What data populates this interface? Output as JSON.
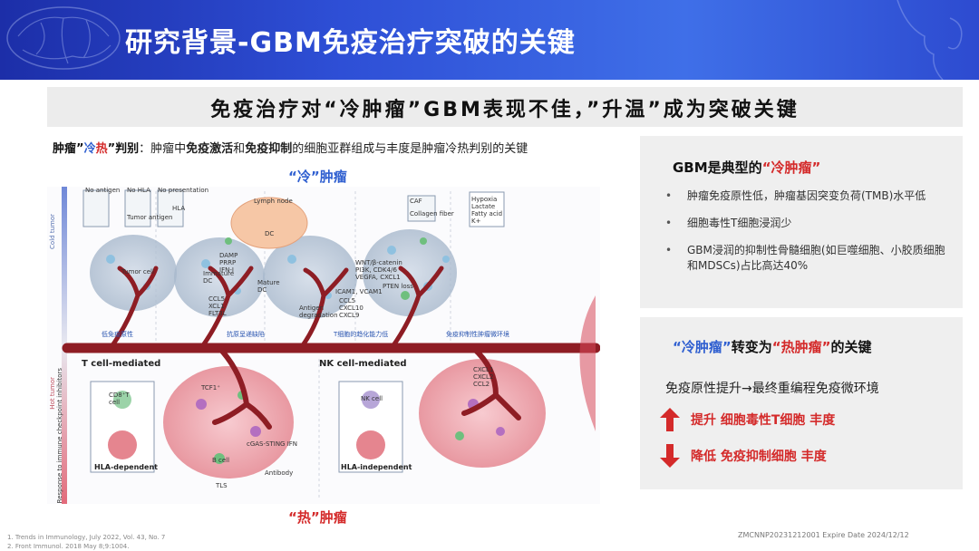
{
  "header": {
    "title": "研究背景-GBM免疫治疗突破的关键"
  },
  "subtitle": "免疫治疗对“冷肿瘤”GBM表现不佳，”升温”成为突破关键",
  "judgment": {
    "p1": "肿瘤",
    "p2": "”",
    "cold": "冷",
    "hot": "热",
    "p3": "”判别",
    "p4": "：肿瘤中",
    "immune_activation": "免疫激活",
    "p5": "和",
    "immune_suppression": "免疫抑制",
    "p6": "的细胞亚群组成与丰度是肿瘤冷热判别的关键"
  },
  "cold_title": {
    "q1": "“冷”",
    "rest": "肿瘤"
  },
  "hot_title": {
    "q1": "“热”",
    "rest": "肿瘤"
  },
  "figure": {
    "side_cold": "Cold tumor",
    "side_hot": "Hot tumor",
    "side_response": "Response to immune checkpoint inhibitors",
    "no_antigen": "No antigen",
    "no_hla": "No HLA",
    "no_presentation": "No presentation",
    "tumor_antigen": "Tumor antigen",
    "hla": "HLA",
    "tumor_cell": "Tumor cell",
    "lymph_node": "Lymph node",
    "caf": "CAF",
    "collagen": "Collagen fiber",
    "hypoxia": "Hypoxia\nLactate\nFatty acid\nK+",
    "dc": "DC",
    "damp": "DAMP\nPRRP\nIFN-I",
    "immature_dc": "Immature\nDC",
    "mature_dc": "Mature\nDC",
    "ccl5": "CCL5\nXCL1\nFLT3L",
    "antigen_deg": "Antigen\ndegradation",
    "wnt": "WNT/β-catenin\nPI3K, CDK4/6\nVEGFA, CXCL1",
    "pten": "PTEN loss",
    "icam": "ICAM1, VCAM1",
    "cxcl": "CCL5\nCXCL10\nCXCL9",
    "cap_low_immuno": "低免疫原性",
    "cap_antigen": "抗原呈递缺陷",
    "cap_tcell": "T细胞的趋化能力低",
    "cap_suppress": "免疫抑制性肿瘤微环境",
    "t_mediated": "T cell-mediated",
    "nk_mediated": "NK cell-mediated",
    "hla_dependent": "HLA-dependent",
    "hla_independent": "HLA-independent",
    "tls": "TLS",
    "antibody": "Antibody",
    "cd8": "CD8⁺T\ncell",
    "nk_cell": "NK cell",
    "b_cell": "B cell",
    "cgas": "cGAS-STING IFN",
    "tcf1": "TCF1⁺",
    "cxcl1": "CXCL1\nCXCL2\nCCL2"
  },
  "panel1": {
    "title_a": "GBM是典型的",
    "title_b": "“冷肿瘤”",
    "items": [
      "肿瘤免疫原性低，肿瘤基因突变负荷(TMB)水平低",
      "细胞毒性T细胞浸润少",
      "GBM浸润的抑制性骨髓细胞(如巨噬细胞、小胶质细胞和MDSCs)占比高达40%"
    ]
  },
  "panel2": {
    "title_a": "“冷肿瘤”",
    "title_b": "转变为",
    "title_c": "“热肿瘤”",
    "title_d": "的关键",
    "sub": "免疫原性提升→最终重编程免疫微环境",
    "up": "提升 细胞毒性T细胞 丰度",
    "down": "降低 免疫抑制细胞 丰度",
    "color_up": "#d42a2a"
  },
  "refs": [
    "1. Trends in Immunology, July 2022, Vol. 43, No. 7",
    "2. Front Immunol. 2018 May 8;9:1004."
  ],
  "footer_code": "ZMCNNP20231212001 Expire Date 2024/12/12"
}
